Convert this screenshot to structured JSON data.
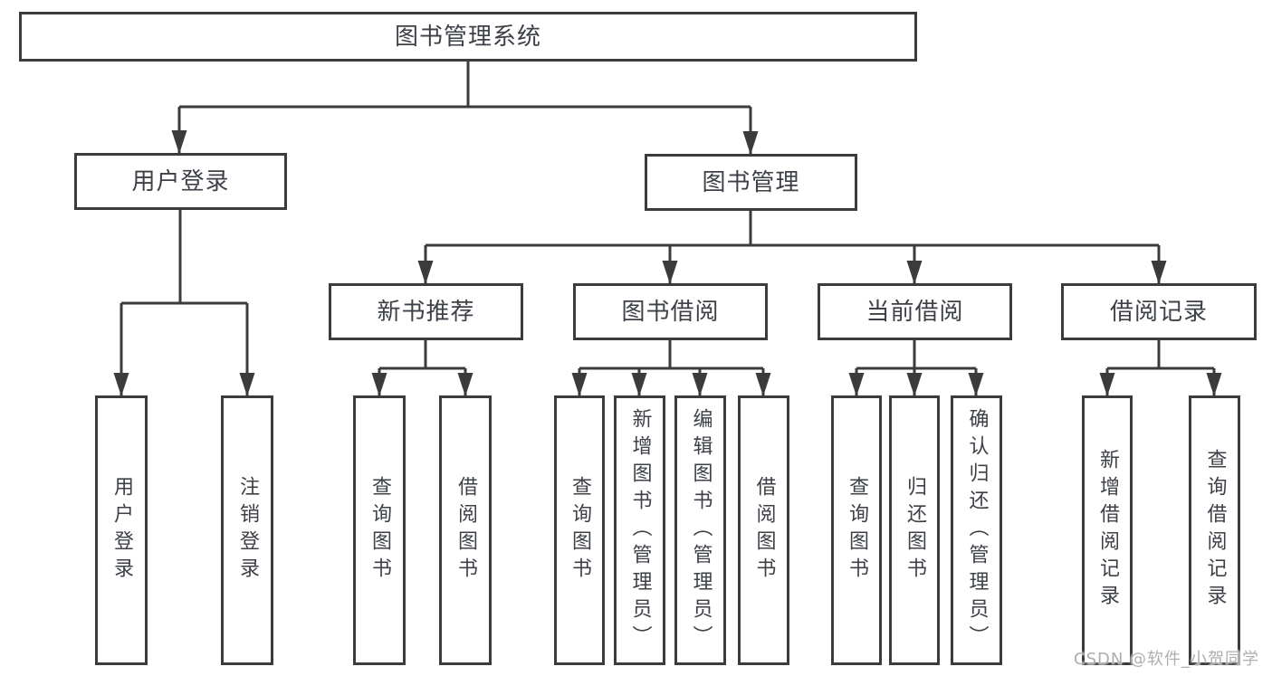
{
  "tree": {
    "label": "图书管理系统",
    "children": [
      {
        "label": "用户登录",
        "children": [
          {
            "label": "用户登录"
          },
          {
            "label": "注销登录"
          }
        ]
      },
      {
        "label": "图书管理",
        "children": [
          {
            "label": "新书推荐",
            "children": [
              {
                "label": "查询图书"
              },
              {
                "label": "借阅图书"
              }
            ]
          },
          {
            "label": "图书借阅",
            "children": [
              {
                "label": "查询图书"
              },
              {
                "label": "新增图书（管理员）"
              },
              {
                "label": "编辑图书（管理员）"
              },
              {
                "label": "借阅图书"
              }
            ]
          },
          {
            "label": "当前借阅",
            "children": [
              {
                "label": "查询图书"
              },
              {
                "label": "归还图书"
              },
              {
                "label": "确认归还（管理员）"
              }
            ]
          },
          {
            "label": "借阅记录",
            "children": [
              {
                "label": "新增借阅记录"
              },
              {
                "label": "查询借阅记录"
              }
            ]
          }
        ]
      }
    ]
  },
  "watermark": {
    "text": "CSDN @软件_小贺同学"
  },
  "colors": {
    "line": "#3b3b3b",
    "text": "#3d4147",
    "watermark": "#aeaeae",
    "background": "#ffffff"
  }
}
